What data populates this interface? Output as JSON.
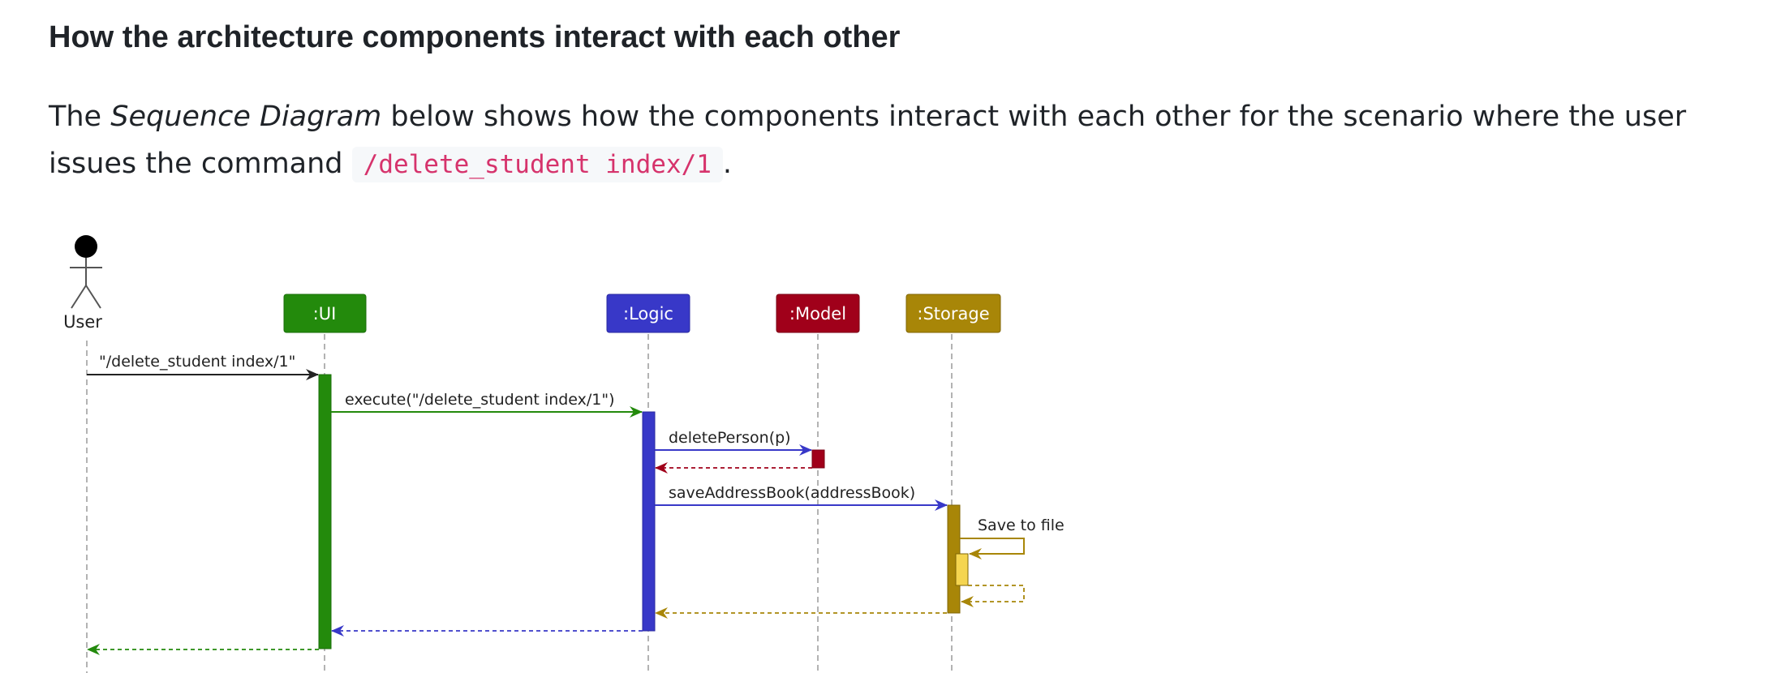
{
  "heading": "How the architecture components interact with each other",
  "intro": {
    "prefix": "The ",
    "emphasis": "Sequence Diagram",
    "middle": " below shows how the components interact with each other for the scenario where the user issues the command ",
    "code": "/delete_student index/1",
    "suffix": "."
  },
  "diagram": {
    "actor": "User",
    "participants": [
      {
        "id": "ui",
        "label": ":UI",
        "color": "#238a0c"
      },
      {
        "id": "logic",
        "label": ":Logic",
        "color": "#3838c8"
      },
      {
        "id": "model",
        "label": ":Model",
        "color": "#a0001a"
      },
      {
        "id": "storage",
        "label": ":Storage",
        "color": "#a88608"
      }
    ],
    "messages": [
      {
        "from": "User",
        "to": ":UI",
        "label": "\"/delete_student index/1\"",
        "style": "solid",
        "color": "#222222"
      },
      {
        "from": ":UI",
        "to": ":Logic",
        "label": "execute(\"/delete_student index/1\")",
        "style": "solid",
        "color": "#238a0c"
      },
      {
        "from": ":Logic",
        "to": ":Model",
        "label": "deletePerson(p)",
        "style": "solid",
        "color": "#3838c8"
      },
      {
        "from": ":Model",
        "to": ":Logic",
        "label": "",
        "style": "dashed",
        "color": "#a0001a"
      },
      {
        "from": ":Logic",
        "to": ":Storage",
        "label": "saveAddressBook(addressBook)",
        "style": "solid",
        "color": "#3838c8"
      },
      {
        "from": ":Storage",
        "to": ":Storage",
        "label": "Save to file",
        "style": "solid",
        "color": "#a88608"
      },
      {
        "from": ":Storage",
        "to": ":Storage",
        "label": "",
        "style": "dashed",
        "color": "#a88608"
      },
      {
        "from": ":Storage",
        "to": ":Logic",
        "label": "",
        "style": "dashed",
        "color": "#a88608"
      },
      {
        "from": ":Logic",
        "to": ":UI",
        "label": "",
        "style": "dashed",
        "color": "#3838c8"
      },
      {
        "from": ":UI",
        "to": "User",
        "label": "",
        "style": "dashed",
        "color": "#238a0c"
      }
    ],
    "colors": {
      "ui": "#238a0c",
      "logic": "#3838c8",
      "model": "#a0001a",
      "storage": "#a88608",
      "storage_inner_activation": "#f5d550",
      "lifeline": "#9a9a9a"
    }
  }
}
